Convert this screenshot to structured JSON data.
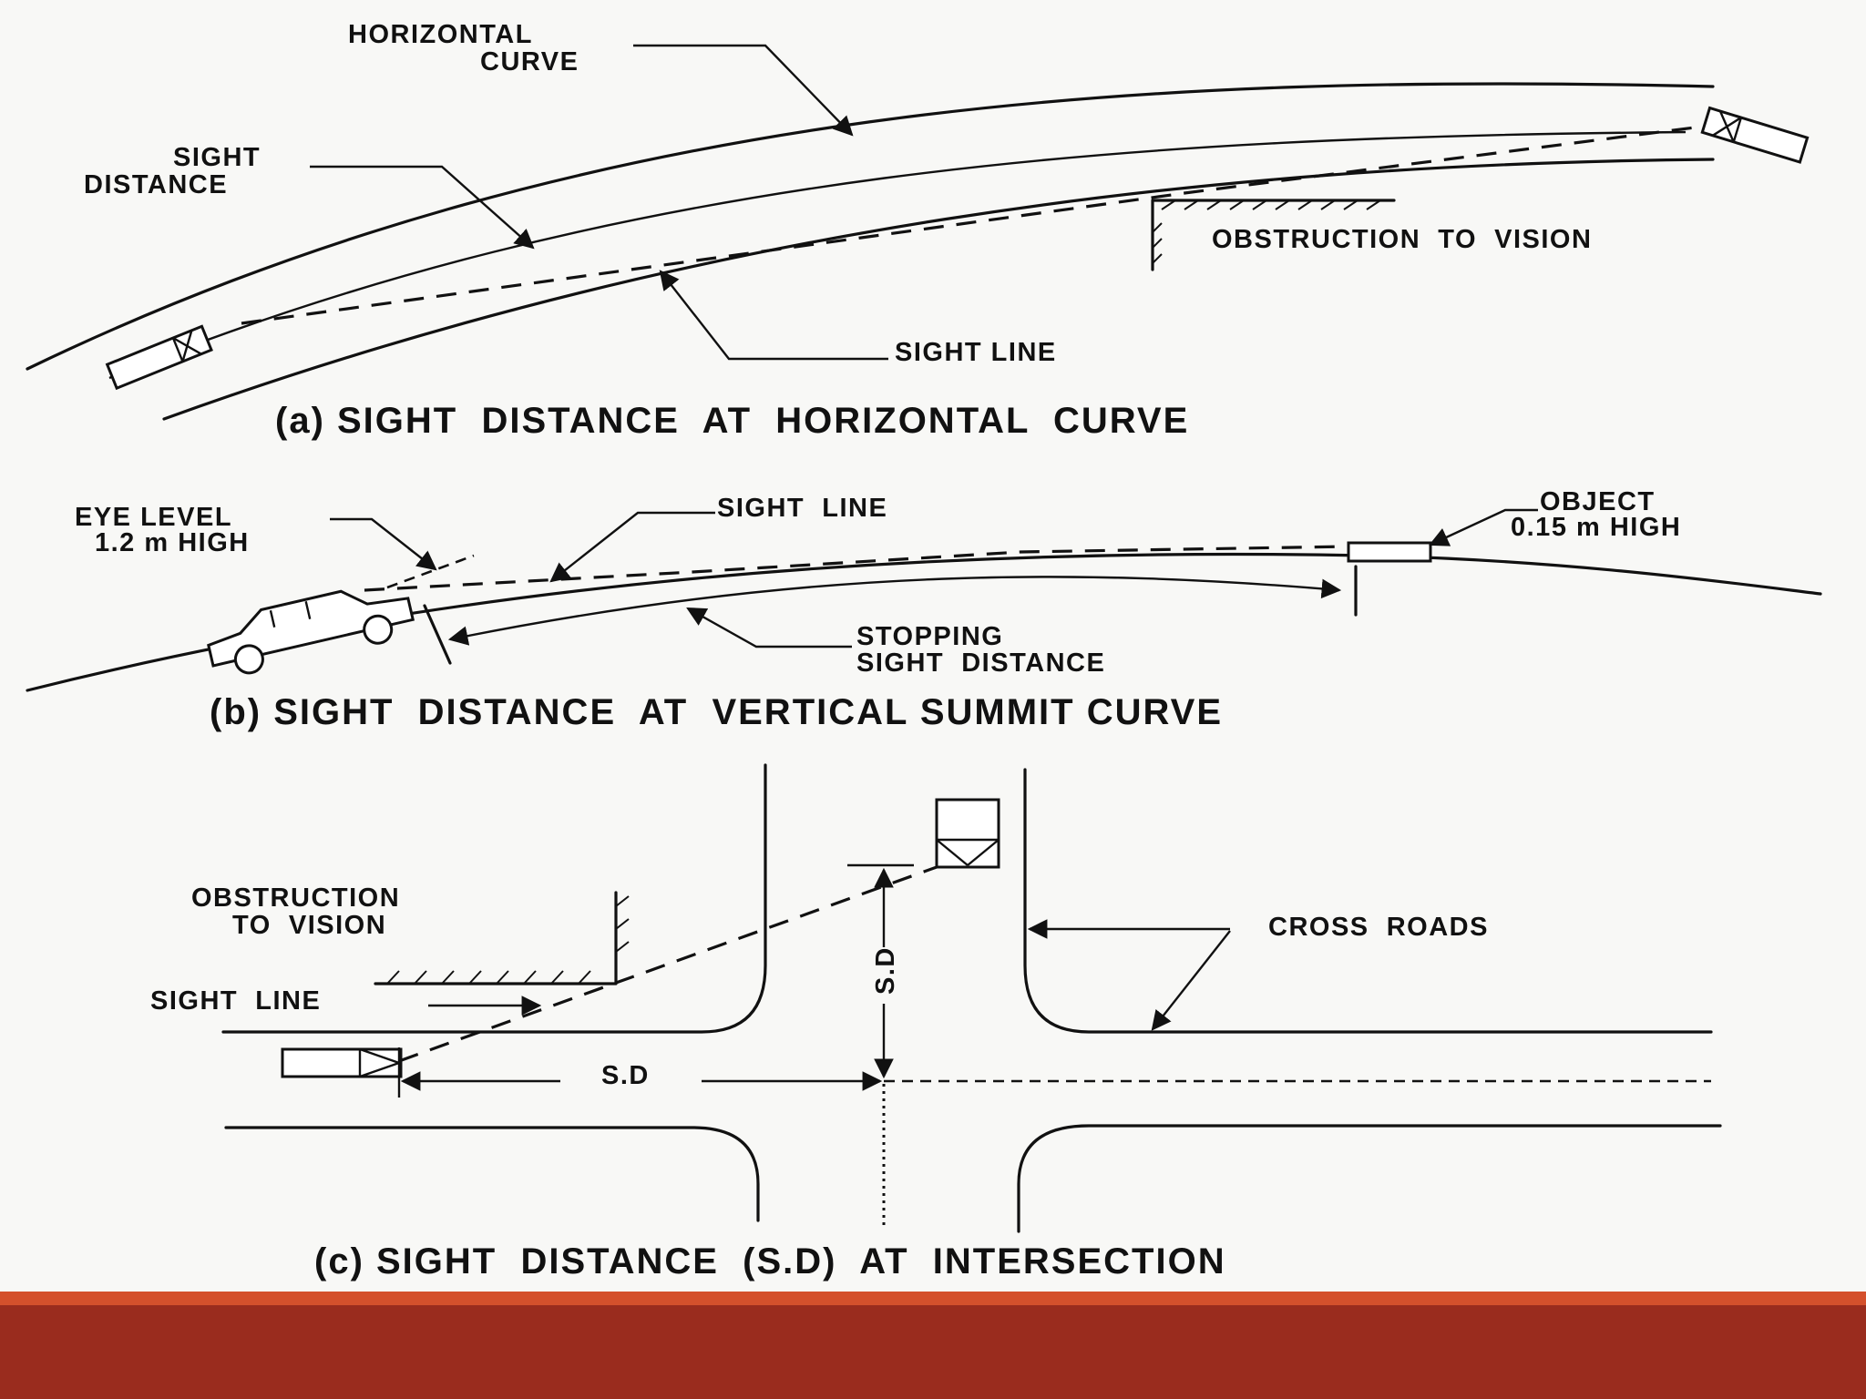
{
  "panel_a": {
    "horizontal_curve_line1": "HORIZONTAL",
    "horizontal_curve_line2": "CURVE",
    "sight_distance_line1": "SIGHT",
    "sight_distance_line2": "DISTANCE",
    "obstruction": "OBSTRUCTION  TO  VISION",
    "sight_line": "SIGHT LINE",
    "caption": "(a) SIGHT  DISTANCE  AT  HORIZONTAL  CURVE"
  },
  "panel_b": {
    "eye_level_line1": "EYE LEVEL",
    "eye_level_line2": "1.2 m HIGH",
    "sight_line": "SIGHT  LINE",
    "object_line1": "OBJECT",
    "object_line2": "0.15 m HIGH",
    "ssd_line1": "STOPPING",
    "ssd_line2": "SIGHT  DISTANCE",
    "caption": "(b) SIGHT  DISTANCE  AT  VERTICAL SUMMIT CURVE"
  },
  "panel_c": {
    "obstruction_line1": "OBSTRUCTION",
    "obstruction_line2": "TO  VISION",
    "sight_line": "SIGHT  LINE",
    "cross_roads": "CROSS  ROADS",
    "sd_horizontal": "S.D",
    "sd_vertical": "S.D",
    "caption": "(c) SIGHT  DISTANCE  (S.D)  AT  INTERSECTION"
  },
  "colors": {
    "background": "#f8f8f6",
    "ink": "#111111",
    "footer_bar": "#9a2c1e",
    "footer_accent": "#d4502c"
  }
}
